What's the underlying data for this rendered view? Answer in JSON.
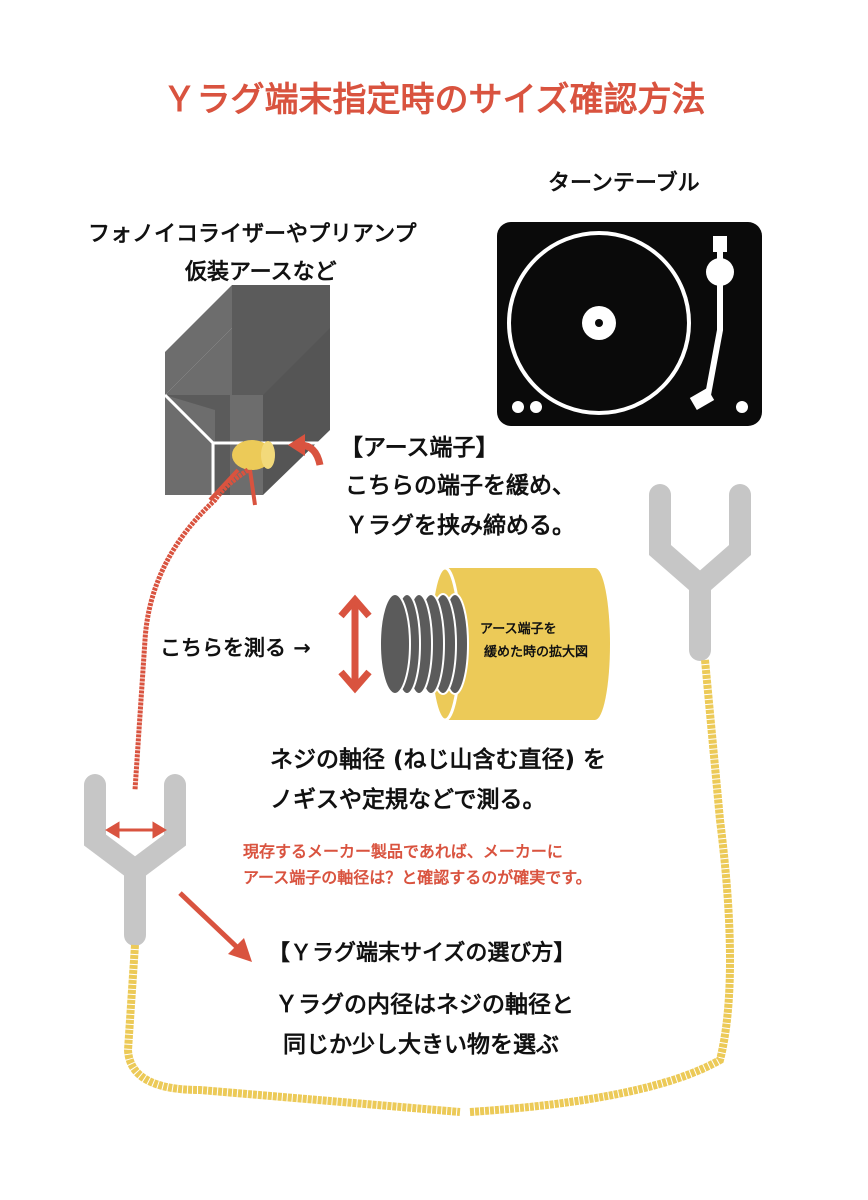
{
  "title": "Ｙラグ端末指定時のサイズ確認方法",
  "turntable_label": "ターンテーブル",
  "device_label": [
    "フォノイコライザーやプリアンプ",
    "仮装アースなど"
  ],
  "terminal_note": [
    "【アース端子】",
    "こちらの端子を緩め、",
    "Ｙラグを挟み締める。"
  ],
  "measure_label": "こちらを測る →",
  "zoom_label": [
    "アース端子を",
    "緩めた時の拡大図"
  ],
  "measure_method": [
    "ネジの軸径 (ねじ山含む直径) を",
    "ノギスや定規などで測る。"
  ],
  "maker_note": [
    "現存するメーカー製品であれば、メーカーに",
    "アース端子の軸径は？と確認するのが確実です。"
  ],
  "selection_heading": "【Ｙラグ端末サイズの選び方】",
  "selection_text": [
    "Ｙラグの内径はネジの軸径と",
    "同じか少し大きい物を選ぶ"
  ],
  "colors": {
    "accent": "#d9533f",
    "yellow": "#ecca58",
    "grey": "#c6c6c6",
    "dark": "#5b5b5b",
    "black": "#0a0a0a"
  }
}
